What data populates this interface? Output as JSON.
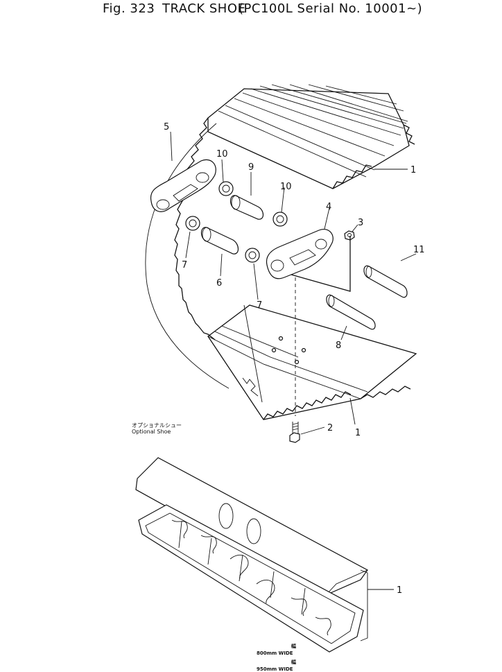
{
  "title": {
    "fig": "Fig. 323",
    "name": "TRACK SHOE",
    "model": "(PC100L Serial No. 10001~)"
  },
  "callouts": {
    "c1a": "1",
    "c1b": "1",
    "c1c": "1",
    "c2": "2",
    "c3": "3",
    "c4": "4",
    "c5": "5",
    "c6": "6",
    "c7a": "7",
    "c7b": "7",
    "c8": "8",
    "c9": "9",
    "c10a": "10",
    "c10b": "10",
    "c11": "11"
  },
  "optional_label_jp": "オプショナルシュー",
  "optional_label": "Optional Shoe",
  "widths": {
    "w1_jp": "幅",
    "w1": "800mm WIDE",
    "w2_jp": "幅",
    "w2": "950mm WIDE"
  }
}
